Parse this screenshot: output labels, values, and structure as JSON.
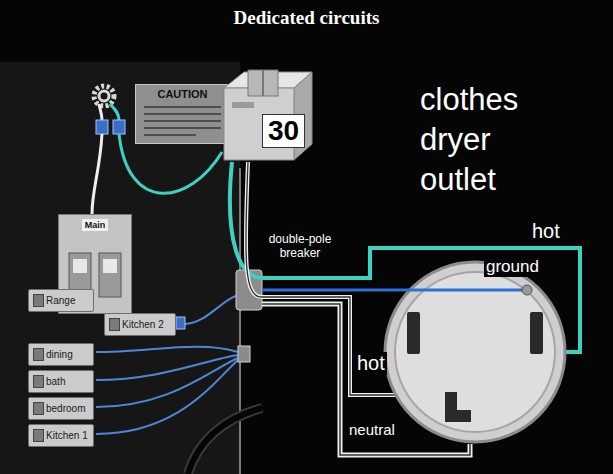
{
  "diagram": {
    "title": "Dedicated circuits",
    "nodes": [
      {
        "text": [
          "CAUTION"
        ]
      },
      {
        "text": [
          "30"
        ]
      },
      {
        "text": [
          "clothes dryer outlet"
        ]
      },
      {
        "text": [
          "Main"
        ]
      },
      {
        "text": [
          "Range"
        ]
      },
      {
        "text": [
          "Kitchen 2"
        ]
      },
      {
        "text": [
          "dining"
        ]
      },
      {
        "text": [
          "bath"
        ]
      },
      {
        "text": [
          "bedroom"
        ]
      },
      {
        "text": [
          "Kitchen 1"
        ]
      }
    ],
    "edges": [
      {
        "from": 1,
        "to": 2,
        "arrow": "none",
        "label": "hot"
      },
      {
        "from": 1,
        "to": 2,
        "arrow": "none",
        "label": "hot"
      }
    ],
    "labels": [
      "double-pole breaker",
      "ground",
      "neutral"
    ]
  }
}
